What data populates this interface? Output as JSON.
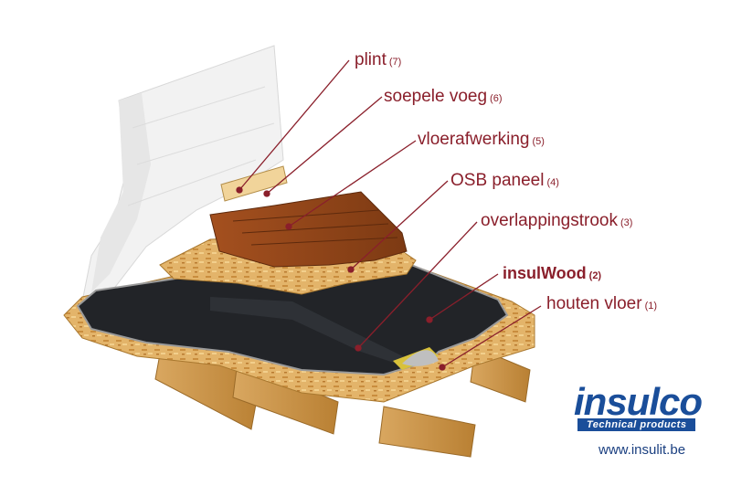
{
  "labels": [
    {
      "text": "plint",
      "num": "(7)"
    },
    {
      "text": "soepele voeg",
      "num": "(6)"
    },
    {
      "text": "vloerafwerking",
      "num": "(5)"
    },
    {
      "text": "OSB paneel",
      "num": "(4)"
    },
    {
      "text": "overlappingstrook",
      "num": "(3)"
    },
    {
      "text": "insulWood",
      "num": "(2)"
    },
    {
      "text": "houten vloer",
      "num": "(1)"
    }
  ],
  "logo": {
    "word": "insulco",
    "subtitle": "Technical products",
    "url": "www.insulit.be"
  },
  "colors": {
    "label": "#8a1f2b",
    "brand": "#1a4e9a"
  }
}
